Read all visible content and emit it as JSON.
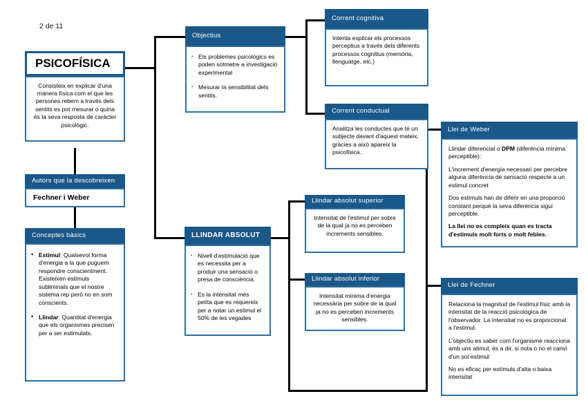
{
  "page": {
    "label": "2 de 11"
  },
  "colors": {
    "header_blue": "#1a5889",
    "border_blue": "#2f6e9e",
    "connector": "#000000",
    "text": "#000000"
  },
  "nodes": {
    "psicofisica": {
      "title": "PSICOFÍSICA",
      "body": "Consisteix en explicar d'una manera física com el que les persones rebem a través dels sentits es pot mesurar o quina és la seva resposta de caràcter psicològic."
    },
    "autors": {
      "title": "Autors que la descobreixen",
      "body": "Fechner i Weber"
    },
    "conceptes": {
      "title": "Conceptes bàsics",
      "items": [
        {
          "term": "Estímul",
          "text": ": Qualsevol forma d'energia a la que puguem respondre conscientment. Existeixen estimuls subliminals que el nostre sistema rep però no en som conscients."
        },
        {
          "term": "Llindar",
          "text": ": Quantitat d'energia que els organismes precisen per a ser estimulats."
        }
      ]
    },
    "objectius": {
      "title": "Objectius",
      "items": [
        "Els problemes psicològics es poden sotmetre a investigació experimental",
        "Mesurar la sensibilitat dels sentits."
      ]
    },
    "corrent_cognitiva": {
      "title": "Corrent cognitiva",
      "body": "Intenta explicar els processos perceptius a través dels diferents processos cognitius (memòria, llenguatge, etc.)"
    },
    "corrent_conductual": {
      "title": "Corrent conductual",
      "body": "Analitza les conductes que té un subjecte davant d'aquest mateix, gràcies a això apareix la psicofisica."
    },
    "llindar_absolut": {
      "title": "LLINDAR ABSOLUT",
      "items": [
        "Nivell d'estimulació que es necessita per a produir una sensació o presa de consciència.",
        "Es la intensitat més petita que es requereix per a notar un estimul el 50% de les vegades"
      ]
    },
    "llindar_superior": {
      "title": "Llindar absolut superior",
      "body": "Intensitat de l'estimul per sobre de la qual ja no es perceben increments sensibles."
    },
    "llindar_inferior": {
      "title": "Llindar absolut inferior",
      "body": "Intensitat mínima d'energia necessària per sobre de la qual ja no es perceben increments sensibles."
    },
    "llei_weber": {
      "title": "Llei de Weber",
      "paragraphs": [
        {
          "pre": "Llindar diferencial o ",
          "bold": "DPM",
          "post": " (diferència mínima perceptible):"
        },
        {
          "pre": "L'increment d'energia necessari per percebre alguna diferència de sensació respecte a un estimul concret",
          "bold": "",
          "post": ""
        },
        {
          "pre": "Dos estimuls han de diferir en una proporció constant perquè la seva diferència sigui perceptible.",
          "bold": "",
          "post": ""
        }
      ],
      "closing": "La llei no es compleix quan es tracta d'estimuls molt forts o molt febles."
    },
    "llei_fechner": {
      "title": "Llei de Fechner",
      "paragraphs": [
        "Relaciona la magnitud de l'estimul físic amb la intensitat de la reacció psicològica de l'observador. La intensitat no es proporcional a l'estimul.",
        "L'objectiu es saber com l'organisme reacciona amb uns atimul, és a dir, si nota o no el canvi d'un sol estimul"
      ],
      "closing": "No es eficaç per estímuls d'alta o baixa intensitat"
    }
  }
}
